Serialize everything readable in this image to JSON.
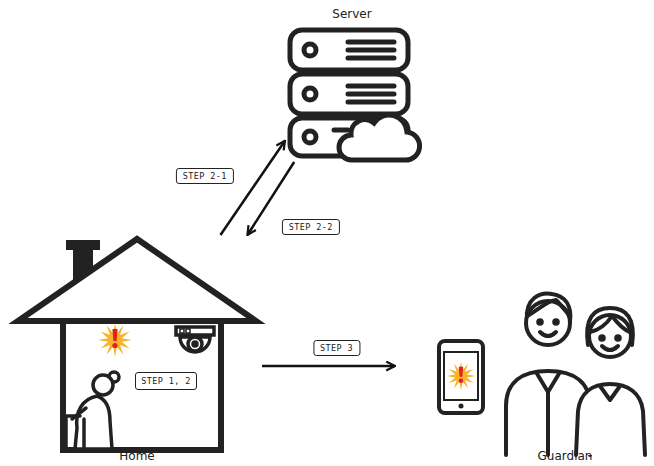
{
  "diagram": {
    "nodes": [
      {
        "text": [
          "Server"
        ]
      },
      {
        "text": [
          "Home"
        ]
      },
      {
        "text": [
          "STEP 1, 2"
        ],
        "in": 1
      },
      {
        "text": [
          "Guardian"
        ]
      }
    ],
    "edges": [
      {
        "from": 1,
        "to": 0,
        "arrow": "to",
        "label": "STEP 2-1"
      },
      {
        "from": 0,
        "to": 1,
        "arrow": "to",
        "label": "STEP 2-2"
      },
      {
        "from": 1,
        "to": 3,
        "arrow": "to",
        "label": "STEP 3"
      }
    ]
  }
}
